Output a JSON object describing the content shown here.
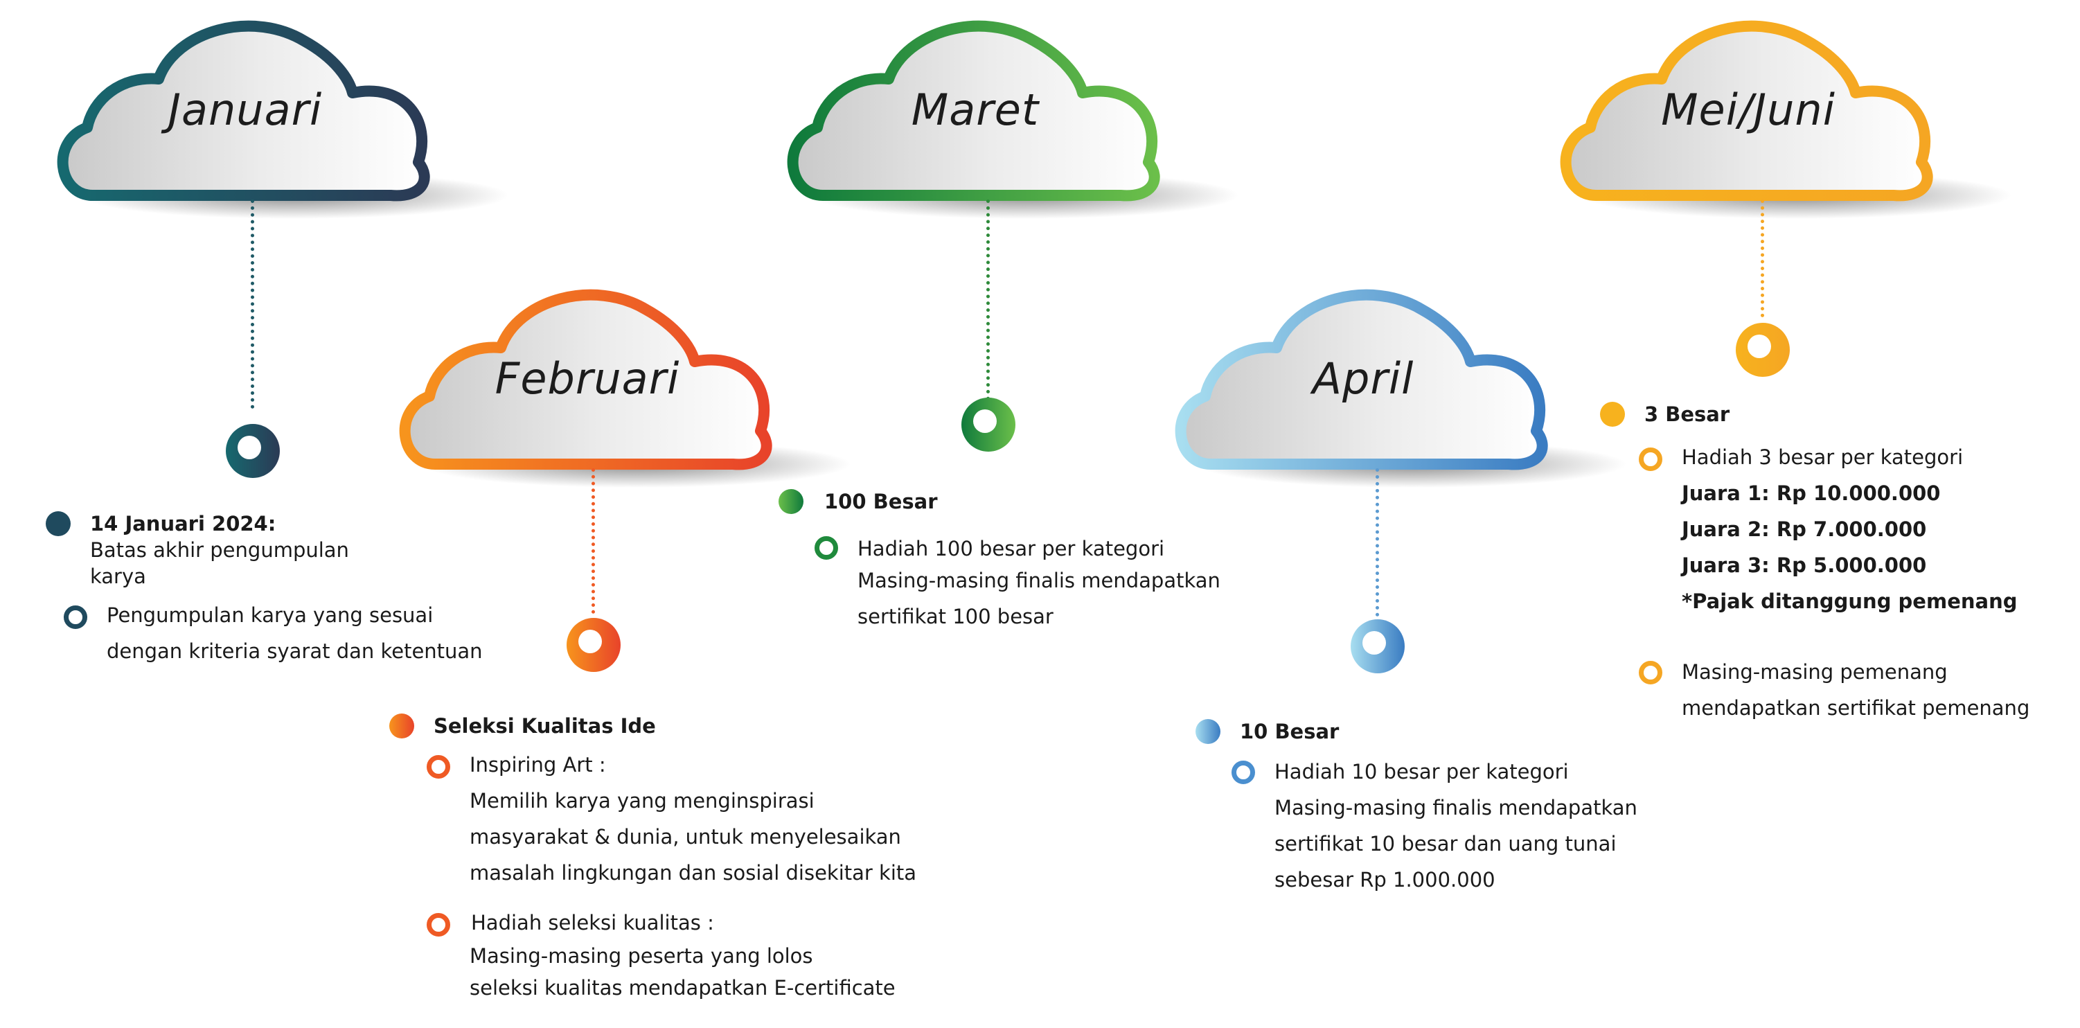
{
  "colors": {
    "januari": [
      "#16696f",
      "#2b3a55"
    ],
    "februari": [
      "#f7941d",
      "#e8432a"
    ],
    "maret": [
      "#0f7a3c",
      "#6bbf4a"
    ],
    "april": [
      "#a8def0",
      "#3a7cc2"
    ],
    "meijuni": [
      "#f7b21e",
      "#f5a623"
    ]
  },
  "januari": {
    "month": "Januari",
    "heading": "14 Januari 2024:",
    "heading_detail_1": "Batas akhir pengumpulan",
    "heading_detail_2": "karya",
    "item_1": "Pengumpulan karya yang sesuai",
    "item_2": "dengan kriteria syarat dan ketentuan"
  },
  "februari": {
    "month": "Februari",
    "heading": "Seleksi Kualitas Ide",
    "item1_title": "Inspiring Art :",
    "item1_l1": "Memilih karya yang menginspirasi",
    "item1_l2": "masyarakat & dunia, untuk menyelesaikan",
    "item1_l3": "masalah lingkungan dan sosial disekitar kita",
    "item2_title": "Hadiah seleksi kualitas :",
    "item2_l1": "Masing-masing peserta yang lolos",
    "item2_l2": "seleksi kualitas mendapatkan E-certificate"
  },
  "maret": {
    "month": "Maret",
    "heading": "100 Besar",
    "item_1": "Hadiah 100 besar per kategori",
    "item_2": "Masing-masing finalis mendapatkan",
    "item_3": "sertifikat 100 besar"
  },
  "april": {
    "month": "April",
    "heading": "10 Besar",
    "item_1": "Hadiah 10 besar per kategori",
    "item_2": "Masing-masing finalis mendapatkan",
    "item_3": "sertifikat 10 besar dan uang tunai",
    "item_4": "sebesar Rp 1.000.000"
  },
  "meijuni": {
    "month": "Mei/Juni",
    "heading": "3 Besar",
    "item1_title": "Hadiah 3 besar per kategori",
    "prize_1": "Juara 1: Rp 10.000.000",
    "prize_2": "Juara 2: Rp 7.000.000",
    "prize_3": "Juara 3: Rp 5.000.000",
    "tax_note": "*Pajak ditanggung pemenang",
    "item2_l1": "Masing-masing pemenang",
    "item2_l2": "mendapatkan sertifikat pemenang"
  }
}
